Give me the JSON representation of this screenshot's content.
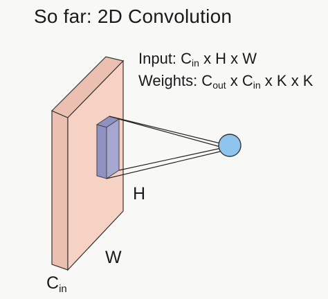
{
  "slide": {
    "title": "So far: 2D Convolution",
    "input_shape": {
      "prefix": "Input: C",
      "sub": "in",
      "suffix": " x H x W"
    },
    "weights_shape": {
      "prefix": "Weights: C",
      "sub1": "out",
      "mid": " x C",
      "sub2": "in",
      "suffix": " x K x K"
    },
    "dims": {
      "height": "H",
      "width": "W",
      "channels_letter": "C",
      "channels_sub": "in"
    }
  },
  "colors": {
    "input_face": "#f5d2c4",
    "input_side": "#ebc0b0",
    "filter_face": "#a5a7d0",
    "filter_side": "#8f91c0",
    "output_node": "#8fc4ee",
    "stroke": "#333333"
  }
}
